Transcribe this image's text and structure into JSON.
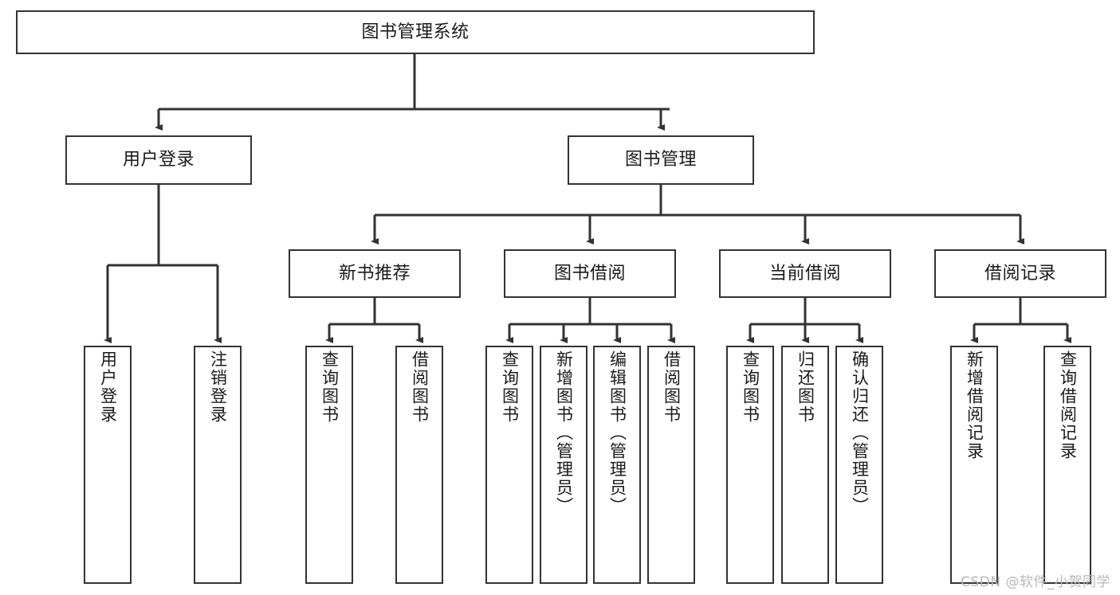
{
  "diagram": {
    "title": "图书管理系统",
    "watermark": "CSDN @软件_小贺同学",
    "stroke_color": "#333333",
    "background_color": "#ffffff",
    "text_color": "#1a1a1a",
    "levels": {
      "root": {
        "label": "图书管理系统"
      },
      "level1": [
        {
          "label": "用户登录"
        },
        {
          "label": "图书管理"
        }
      ],
      "level2": [
        {
          "label": "新书推荐"
        },
        {
          "label": "图书借阅"
        },
        {
          "label": "当前借阅"
        },
        {
          "label": "借阅记录"
        }
      ],
      "leaves": {
        "user_login": [
          {
            "label": "用户登录"
          },
          {
            "label": "注销登录"
          }
        ],
        "new_book_recommend": [
          {
            "label": "查询图书"
          },
          {
            "label": "借阅图书"
          }
        ],
        "book_borrow": [
          {
            "label": "查询图书"
          },
          {
            "label": "新增图书（管理员）"
          },
          {
            "label": "编辑图书（管理员）"
          },
          {
            "label": "借阅图书"
          }
        ],
        "current_borrow": [
          {
            "label": "查询图书"
          },
          {
            "label": "归还图书"
          },
          {
            "label": "确认归还（管理员）"
          }
        ],
        "borrow_record": [
          {
            "label": "新增借阅记录"
          },
          {
            "label": "查询借阅记录"
          }
        ]
      }
    }
  }
}
